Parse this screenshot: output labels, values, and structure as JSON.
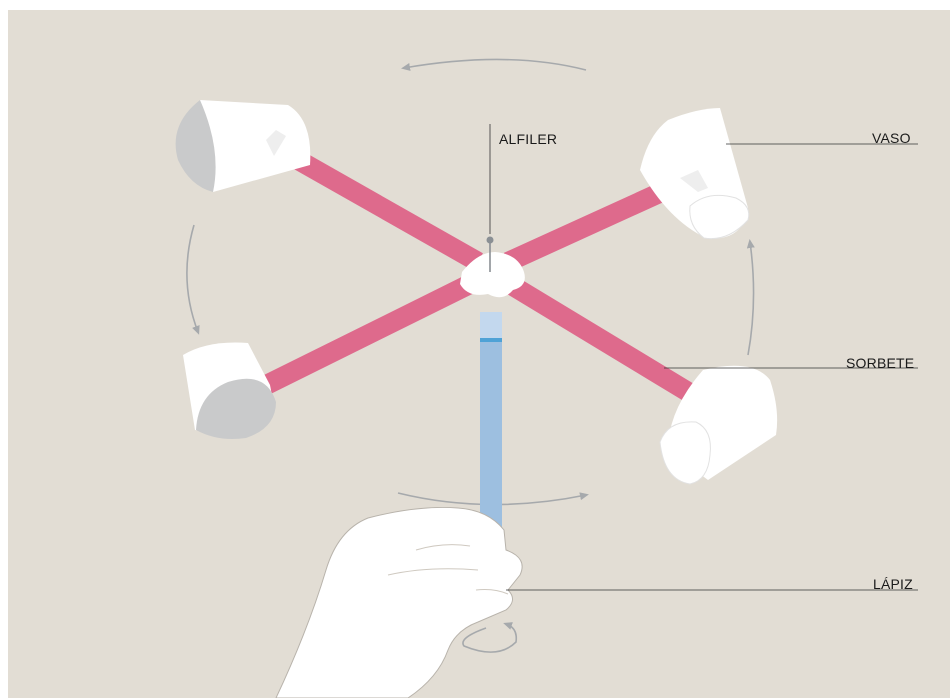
{
  "colors": {
    "background": "#e2ddd4",
    "straw": "#de6a8c",
    "cup": "#ffffff",
    "cup_inner": "#c9cacb",
    "pencil": "#9dbfe0",
    "pencil_light": "#c3d8ee",
    "pencil_band": "#4fa2d6",
    "pin": "#8a8f94",
    "arrow": "#a6a9ac",
    "leader": "#333333",
    "hand_outline": "#b8b3ab"
  },
  "labels": {
    "pin": "ALFILER",
    "cup": "VASO",
    "straw": "SORBETE",
    "pencil": "LÁPIZ"
  }
}
